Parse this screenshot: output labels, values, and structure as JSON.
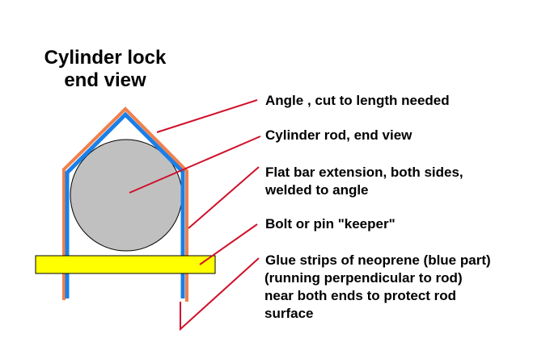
{
  "title": {
    "line1": "Cylinder lock",
    "line2": "end view"
  },
  "labels": [
    {
      "id": "angle",
      "lines": [
        "Angle , cut to length needed"
      ]
    },
    {
      "id": "rod",
      "lines": [
        "Cylinder rod, end view"
      ]
    },
    {
      "id": "flatbar",
      "lines": [
        "Flat bar extension, both sides,",
        "welded to angle"
      ]
    },
    {
      "id": "bolt",
      "lines": [
        "Bolt or pin \"keeper\""
      ]
    },
    {
      "id": "neoprene",
      "lines": [
        "Glue strips of neoprene (blue part)",
        "(running perpendicular to rod)",
        "near both ends to protect rod",
        "surface"
      ]
    }
  ],
  "colors": {
    "angle_steel": "#f0804a",
    "neoprene": "#1a7fe8",
    "rod_fill": "#c0c0c0",
    "keeper_fill": "#ffff00",
    "leader": "#d0102a",
    "outline": "#000000"
  }
}
